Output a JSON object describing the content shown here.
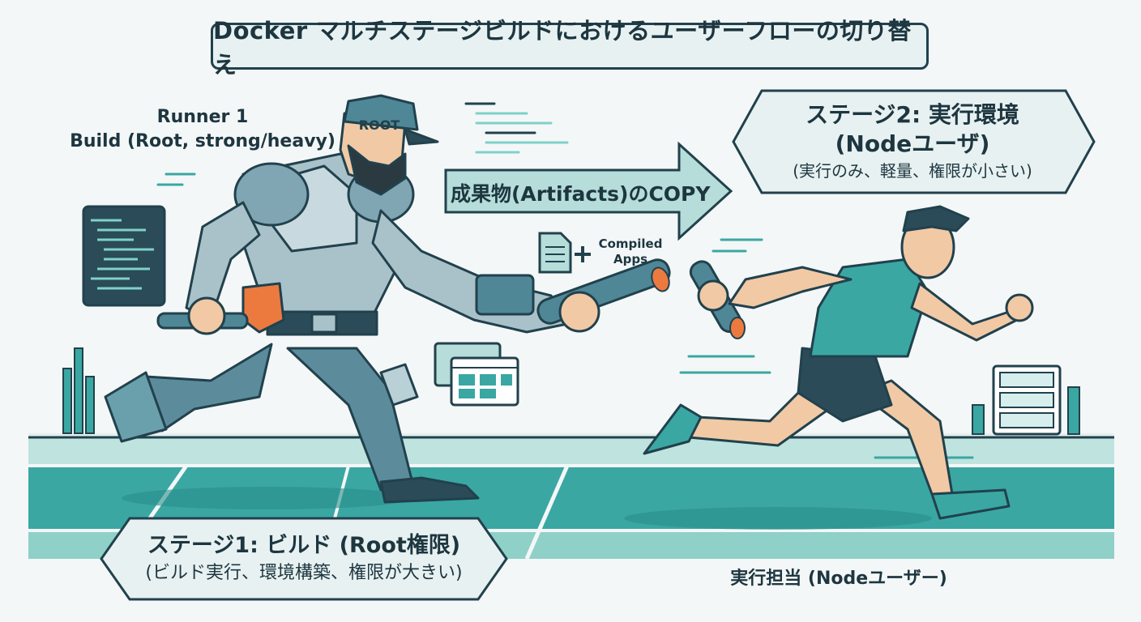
{
  "title": "Docker マルチステージビルドにおけるユーザーフローの切り替え",
  "runner1": {
    "line1": "Runner 1",
    "line2": "Build (Root, strong/heavy)",
    "cap_text": "ROOT"
  },
  "stage1": {
    "title": "ステージ1: ビルド (Root権限)",
    "subtitle": "(ビルド実行、環境構築、権限が大きい)"
  },
  "stage2": {
    "title": "ステージ2: 実行環境",
    "subtitle": "(Nodeユーザ)",
    "detail": "(実行のみ、軽量、権限が小さい)"
  },
  "transfer": {
    "label": "成果物(Artifacts)のCOPY",
    "compiled_line1": "Compiled",
    "compiled_line2": "Apps"
  },
  "runner2": {
    "label": "実行担当 (Nodeユーザー)"
  },
  "icons": [
    "code-window-icon",
    "document-icon",
    "plus-icon",
    "browser-window-icon",
    "server-rack-icon",
    "baton-icon"
  ],
  "colors": {
    "dark": "#21414d",
    "teal": "#3aa7a3",
    "teal_light": "#9fd6d1",
    "armor": "#7fa6b2",
    "orange": "#ec7a3f",
    "background": "#f4f7f7"
  }
}
